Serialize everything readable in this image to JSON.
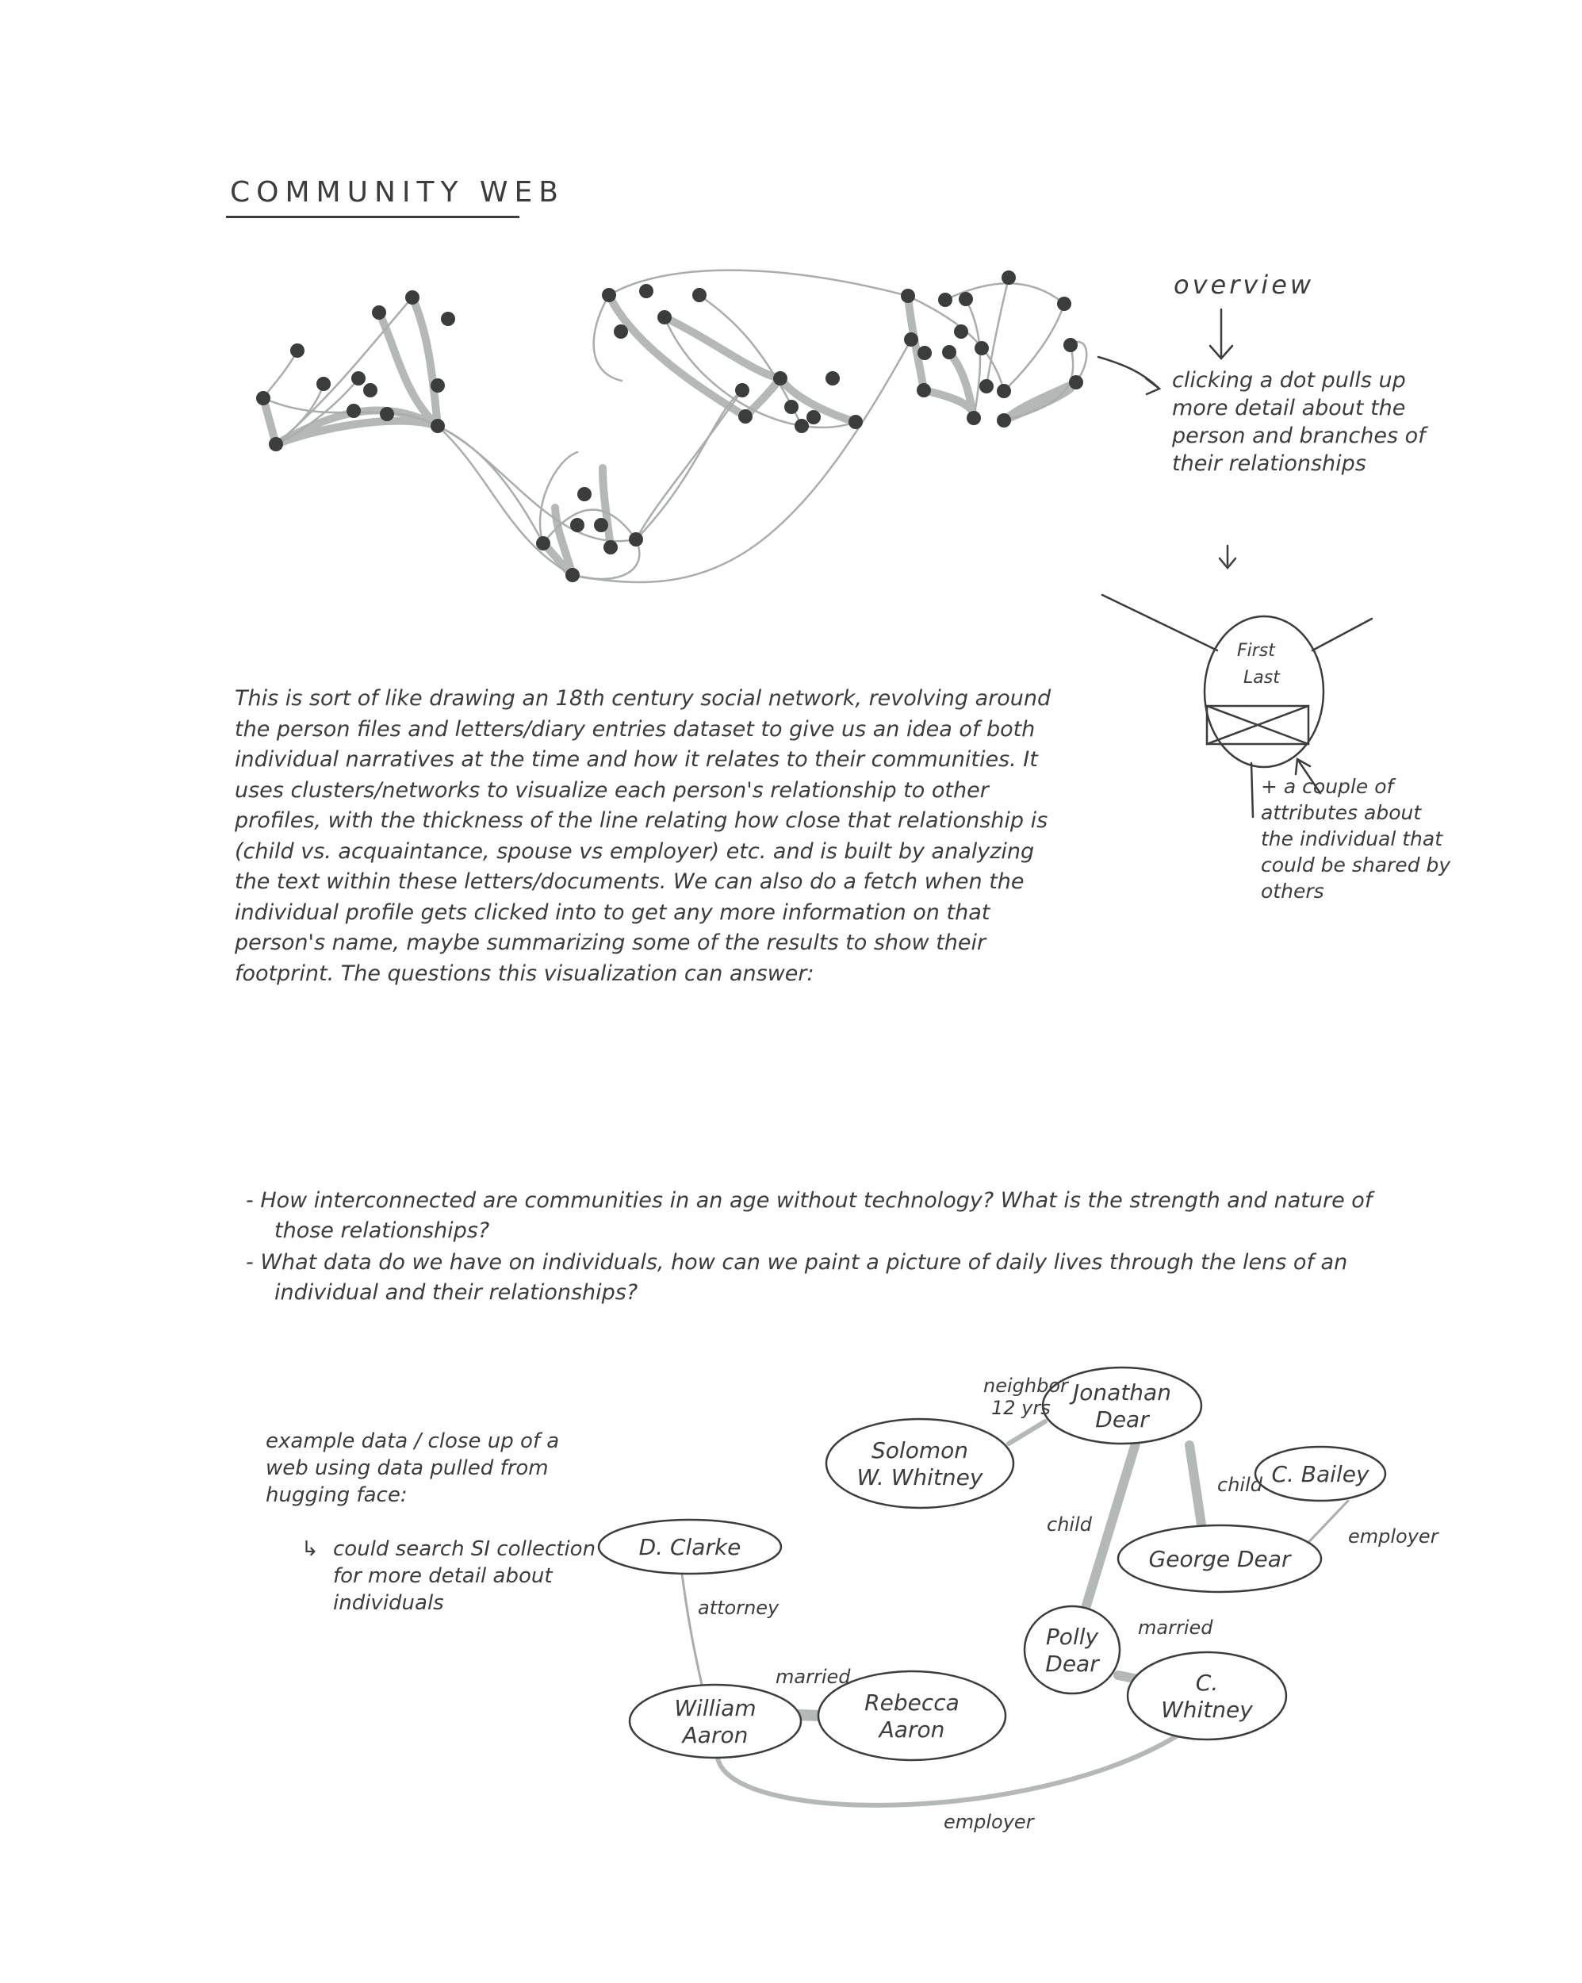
{
  "title": "COMMUNITY WEB",
  "overview": {
    "label": "overview",
    "description": "clicking a dot pulls up more detail about the person and branches of their relationships"
  },
  "detail_card": {
    "first_line": "First",
    "second_line": "Last",
    "attributes_note": "+ a couple of attributes about the individual that could be shared by others"
  },
  "paragraph": "This is sort of like drawing an 18th century social network, revolving around the person files and letters/diary entries dataset to give us an idea of both individual narratives at the time and how it relates to their communities. It uses clusters/networks to visualize each person's relationship to other profiles, with the thickness of the line relating how close that relationship is (child vs. acquaintance, spouse vs employer) etc. and is built by analyzing the text within these letters/documents. We can also do a fetch when the individual profile gets clicked into to get any more information on that person's name, maybe summarizing some of the results to show their footprint. The questions this visualization can answer:",
  "questions": [
    "- How interconnected are communities in an age without technology? What is the strength and nature of those relationships?",
    "- What data do we have on individuals, how can we paint a picture of daily lives through the lens of an individual and their relationships?"
  ],
  "example": {
    "intro": "example data / close up of a web using data pulled from hugging face:",
    "sub": "could search SI collection for more detail about individuals"
  },
  "example_nodes": [
    {
      "id": "clarke",
      "lines": [
        "D. Clarke"
      ]
    },
    {
      "id": "william",
      "lines": [
        "William",
        "Aaron"
      ]
    },
    {
      "id": "rebecca",
      "lines": [
        "Rebecca",
        "Aaron"
      ]
    },
    {
      "id": "solomon",
      "lines": [
        "Solomon",
        "W. Whitney"
      ]
    },
    {
      "id": "jonathan",
      "lines": [
        "Jonathan",
        "Dear"
      ]
    },
    {
      "id": "bailey",
      "lines": [
        "C. Bailey"
      ]
    },
    {
      "id": "george",
      "lines": [
        "George Dear"
      ]
    },
    {
      "id": "polly",
      "lines": [
        "Polly",
        "Dear"
      ]
    },
    {
      "id": "cwhitney",
      "lines": [
        "C.",
        "Whitney"
      ]
    }
  ],
  "example_edges": [
    {
      "from": "clarke",
      "to": "william",
      "label": "attorney"
    },
    {
      "from": "william",
      "to": "rebecca",
      "label": "married"
    },
    {
      "from": "william",
      "to": "cwhitney",
      "label": "employer"
    },
    {
      "from": "solomon",
      "to": "jonathan",
      "label": "neighbor 12 yrs"
    },
    {
      "from": "jonathan",
      "to": "polly",
      "label": "child"
    },
    {
      "from": "jonathan",
      "to": "george",
      "label": "child"
    },
    {
      "from": "george",
      "to": "bailey",
      "label": "employer"
    },
    {
      "from": "polly",
      "to": "cwhitney",
      "label": "married"
    }
  ],
  "colors": {
    "ink": "#3a3d3c",
    "thick_edge": "#b4b8b7",
    "thin_edge": "#a9adac"
  }
}
